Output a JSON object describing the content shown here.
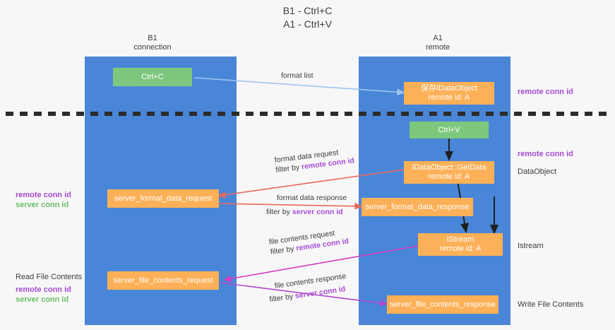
{
  "diagram": {
    "title_line1": "B1 - Ctrl+C",
    "title_line2": "A1 - Ctrl+V",
    "lanes": [
      {
        "id": "b1",
        "name": "B1",
        "sub": "connection",
        "color": "#4a86d8"
      },
      {
        "id": "a1",
        "name": "A1",
        "sub": "remote",
        "color": "#4a86d8"
      }
    ],
    "nodes": {
      "ctrl_c": {
        "line1": "Ctrl+C",
        "line2": "",
        "color": "#7ec87e"
      },
      "save_idataobject": {
        "line1": "保存IDataObject",
        "line2": "remote id: A",
        "color": "#fcb057"
      },
      "ctrl_v": {
        "line1": "Ctrl+V",
        "line2": "",
        "color": "#7ec87e"
      },
      "getdata": {
        "line1": "IDataObject::GetData",
        "line2": "remote id: A",
        "color": "#fcb057"
      },
      "server_format_data_request": {
        "line1": "server_format_data_request",
        "line2": "",
        "color": "#fcb057"
      },
      "server_format_data_response": {
        "line1": "server_format_data_response",
        "line2": "",
        "color": "#fcb057"
      },
      "istream": {
        "line1": "IStream",
        "line2": "remote id: A",
        "color": "#fcb057"
      },
      "server_file_contents_request": {
        "line1": "server_file_contents_request",
        "line2": "",
        "color": "#fcb057"
      },
      "server_file_contents_response": {
        "line1": "server_file_contents_response",
        "line2": "",
        "color": "#fcb057"
      }
    },
    "edges": {
      "format_list": {
        "label": "format list",
        "color": "#9fc5f0"
      },
      "format_data_request": {
        "label": "format data request",
        "filter_prefix": "filter by ",
        "filter_key": "remote conn id",
        "color": "#e8685a"
      },
      "format_data_response": {
        "label": "format data response",
        "filter_prefix": "filter by ",
        "filter_key": "server conn id",
        "color": "#e8685a"
      },
      "file_contents_request": {
        "label": "file contents request",
        "filter_prefix": "filter by ",
        "filter_key": "remote conn id",
        "color": "#d43bbf"
      },
      "file_contents_response": {
        "label": "file contents response",
        "filter_prefix": "filter by ",
        "filter_key": "server conn id",
        "color": "#b048cf"
      }
    },
    "right_labels": {
      "remote_conn_id_top": "remote conn id",
      "remote_conn_id_mid": "remote conn id",
      "dataobject": "DataObject",
      "istream": "Istream",
      "write_file_contents": "Write File Contents"
    },
    "left_labels": {
      "remote_conn_id_1": "remote conn id",
      "server_conn_id_1": "server conn id",
      "read_file_contents": "Read File Contents",
      "remote_conn_id_2": "remote conn id",
      "server_conn_id_2": "server conn id"
    },
    "colors": {
      "lane": "#4a86d8",
      "green_node": "#7ec87e",
      "orange_node": "#fcb057",
      "purple_text": "#a64bd3",
      "green_text": "#6abf69",
      "red_edge": "#e8685a",
      "magenta_edge": "#d43bbf",
      "light_blue_edge": "#9fc5f0",
      "divider": "#2b2b2b",
      "background": "#f7f7f7"
    }
  }
}
